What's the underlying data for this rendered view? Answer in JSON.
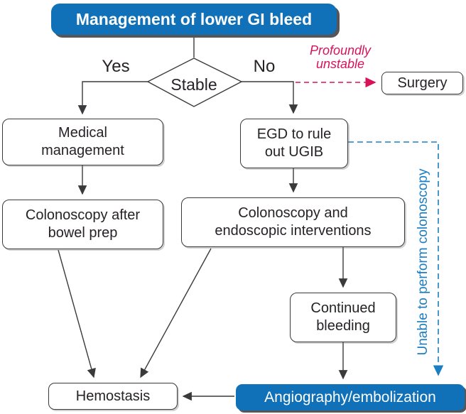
{
  "title": {
    "label": "Management of lower GI bleed"
  },
  "decision": {
    "label": "Stable",
    "yes_label": "Yes",
    "no_label": "No"
  },
  "edge_labels": {
    "profoundly_unstable": {
      "line1": "Profoundly",
      "line2": "unstable"
    },
    "unable_colonoscopy": "Unable to perform colonoscopy"
  },
  "nodes": {
    "surgery": {
      "label": "Surgery"
    },
    "medical_management": {
      "line1": "Medical",
      "line2": "management"
    },
    "colonoscopy_prep": {
      "line1": "Colonoscopy after",
      "line2": "bowel prep"
    },
    "egd": {
      "line1": "EGD to rule",
      "line2": "out UGIB"
    },
    "colonoscopy_endoscopic": {
      "line1": "Colonoscopy and",
      "line2": "endoscopic interventions"
    },
    "continued_bleeding": {
      "line1": "Continued",
      "line2": "bleeding"
    },
    "angiography": {
      "label": "Angiography/embolization"
    },
    "hemostasis": {
      "label": "Hemostasis"
    }
  },
  "colors": {
    "primary_blue": "#1071b8",
    "dashed_blue": "#1b7ec2",
    "alert_red": "#d61359",
    "line_black": "#3a3a3c",
    "text_dark": "#262226",
    "background": "#ffffff"
  }
}
